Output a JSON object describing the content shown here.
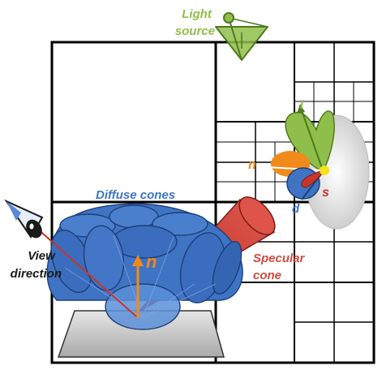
{
  "labels": {
    "light_source": [
      "Light",
      "source"
    ],
    "diffuse_cones": "Diffuse cones",
    "view_direction": [
      "View",
      "direction"
    ],
    "specular_cone": [
      "Specular",
      "cone"
    ],
    "normal_main": "n",
    "normal_inset": "n",
    "light_vec": "l",
    "specular_s": "s",
    "direction_d": "d"
  },
  "colors": {
    "grid": "#000000",
    "diffuse_blue": "#3f74c4",
    "diffuse_blue_dark": "#1e3f78",
    "specular_red": "#c8352b",
    "light_green": "#8fbf4a",
    "light_green_dark": "#4f7a1e",
    "normal_orange": "#f08a1a",
    "view_dark": "#1a1a1a",
    "view_blue": "#5a88d8",
    "lobe_gray": "#d9d9d9",
    "yellow": "#f2e31c"
  },
  "icons": {
    "eye": "eye-icon",
    "light": "light-source-icon"
  }
}
